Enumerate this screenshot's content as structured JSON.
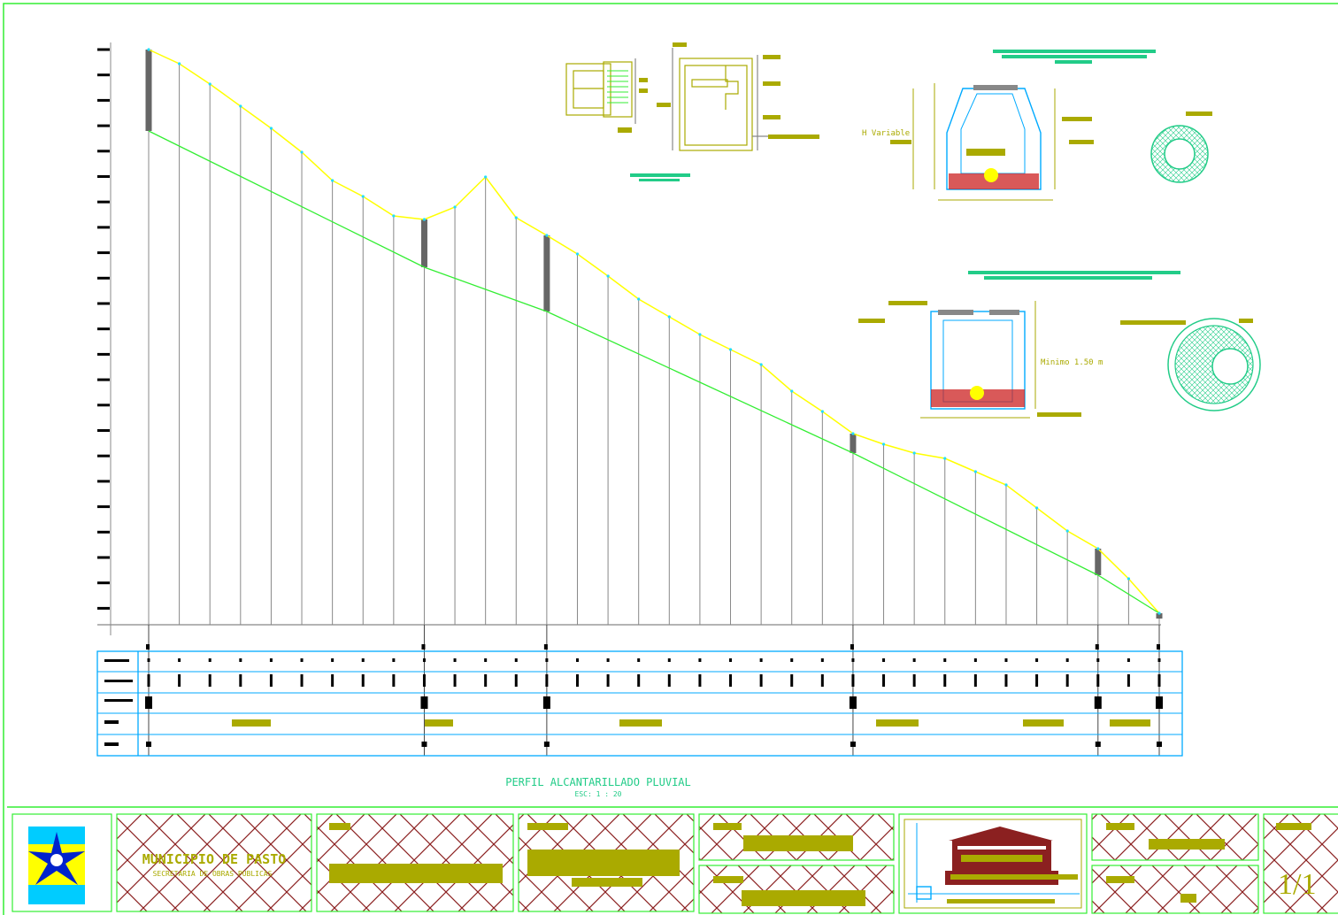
{
  "drawing": {
    "profile_title": "PERFIL ALCANTARILLADO PLUVIAL",
    "profile_scale": "ESC: 1 : 20",
    "ground_profile_color": "#ffff00",
    "pipe_invert_color": "#33ee33",
    "station_line_color": "#888888",
    "table_border_color": "#00aaff",
    "frame_color": "#33ee33",
    "hatch_color": "#8b2020",
    "label_color": "#aaaa00"
  },
  "title_block": {
    "municipality": "MUNICIPIO DE PASTO",
    "secretariat": "SECRETARIA DE OBRAS PUBLICAS",
    "sheet_number": "1/1",
    "logo_icon": "star-logo-icon",
    "building_icon": "building-icon"
  },
  "details": {
    "manhole_note_left": "H Variable",
    "manhole_note_right": "Minimo 1.50 m"
  },
  "profile": {
    "ground": [
      56,
      72,
      95,
      120,
      145,
      172,
      204,
      222,
      244,
      248,
      234,
      200,
      246,
      266,
      287,
      312,
      338,
      358,
      378,
      395,
      412,
      442,
      465,
      490,
      502,
      512,
      518,
      533,
      548,
      574,
      600,
      620,
      654,
      693
    ],
    "invert": [
      148,
      176,
      196,
      214,
      232,
      250,
      268,
      284,
      299,
      302,
      306,
      316,
      334,
      352,
      370,
      388,
      404,
      420,
      436,
      456,
      470,
      482,
      498,
      512,
      526,
      538,
      549,
      570,
      590,
      608,
      628,
      650,
      672,
      693
    ],
    "manholes": [
      0,
      9,
      13,
      23,
      31,
      33
    ]
  }
}
